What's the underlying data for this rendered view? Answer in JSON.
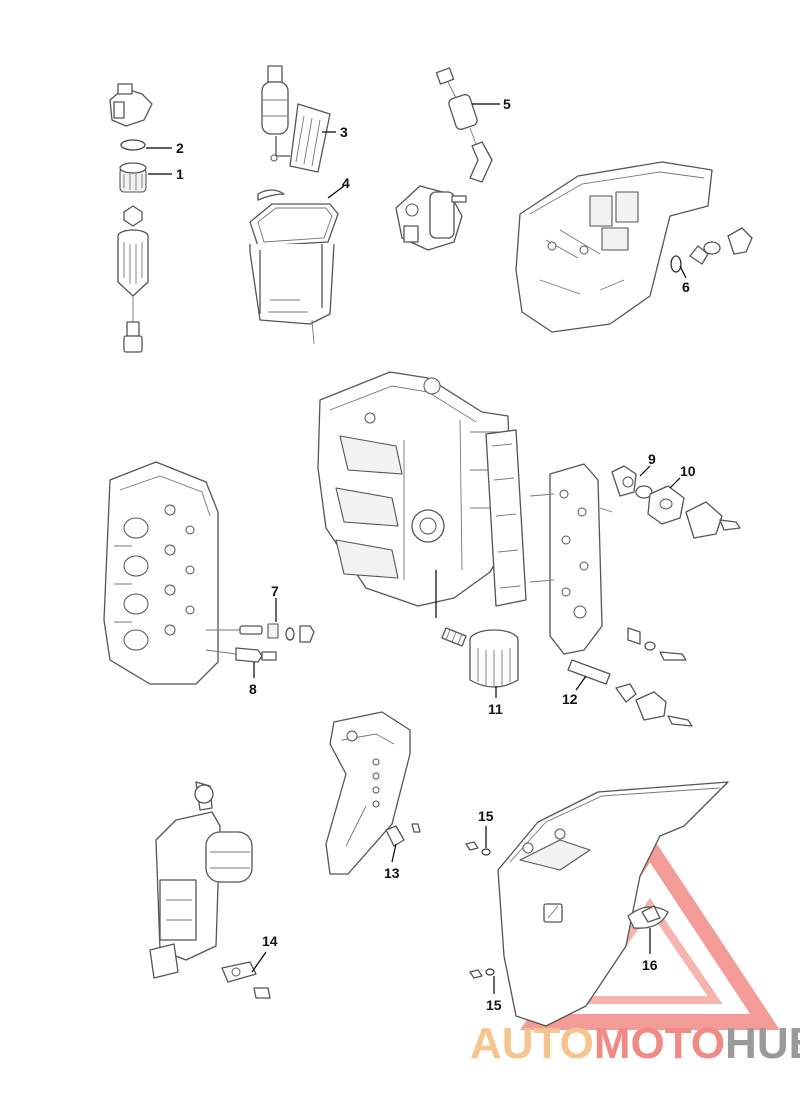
{
  "callouts": {
    "c1": "1",
    "c2": "2",
    "c3": "3",
    "c4": "4",
    "c5": "5",
    "c6": "6",
    "c7": "7",
    "c8": "8",
    "c9": "9",
    "c10": "10",
    "c11": "11",
    "c12": "12",
    "c13": "13",
    "c14": "14",
    "c15a": "15",
    "c15b": "15",
    "c16": "16"
  },
  "watermark": {
    "part_auto": "AUTO",
    "part_moto": "MOTO",
    "part_hub": "HUB",
    "color_light": "#f5c48f",
    "color_red": "#f08a85",
    "color_gray": "#9a9a9a"
  }
}
